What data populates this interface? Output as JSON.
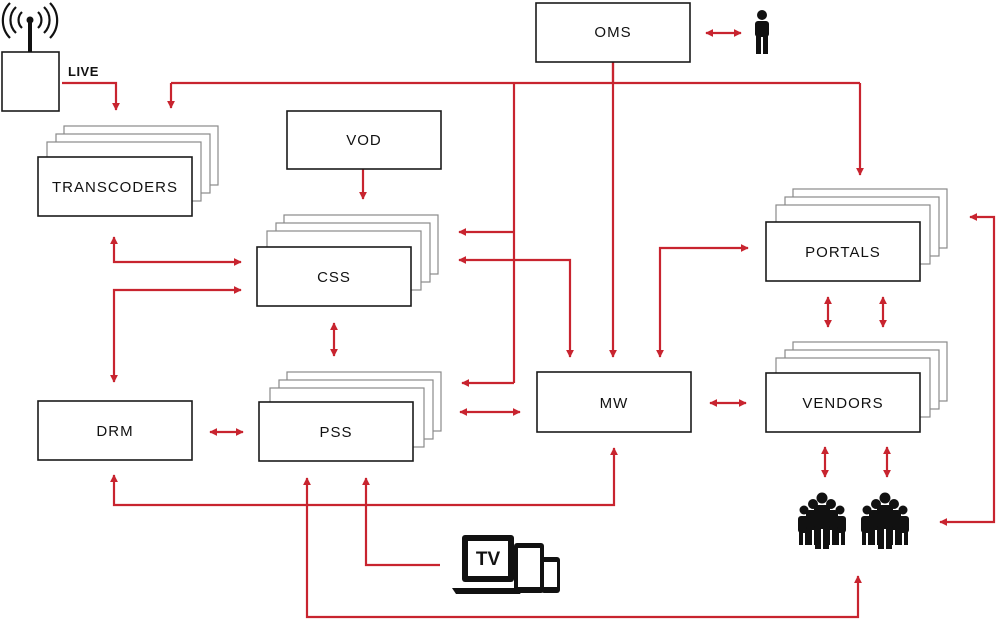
{
  "diagram": {
    "accent_color": "#c8242f",
    "line_color": "#1a1a1a",
    "nodes": {
      "oms": "OMS",
      "live": "LIVE",
      "transcoders": "TRANSCODERS",
      "vod": "VOD",
      "css": "CSS",
      "drm": "DRM",
      "pss": "PSS",
      "mw": "MW",
      "portals": "PORTALS",
      "vendors": "VENDORS",
      "tv": "TV"
    },
    "icons": [
      "antenna-icon",
      "person-icon",
      "audience-icon",
      "devices-icon"
    ]
  }
}
